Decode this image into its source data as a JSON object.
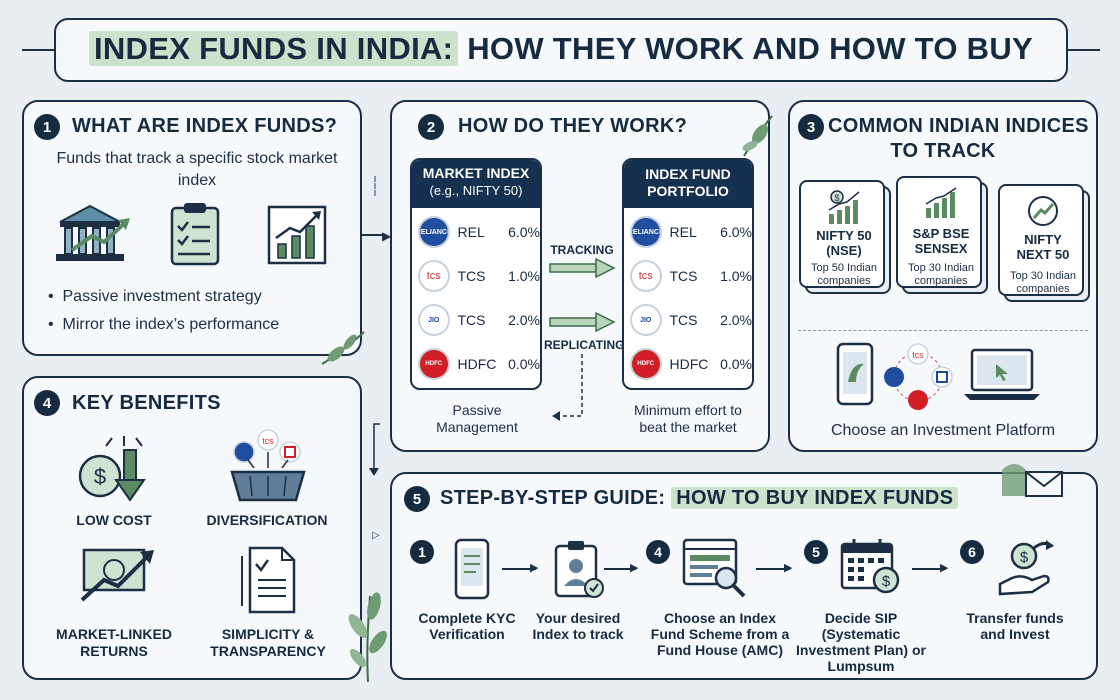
{
  "title": {
    "highlight": "INDEX FUNDS IN INDIA:",
    "rest": " HOW THEY WORK AND HOW TO BUY"
  },
  "section1": {
    "number": "1",
    "title": "WHAT ARE INDEX FUNDS?",
    "description": "Funds that track a specific stock market index",
    "bullets": [
      "Passive investment strategy",
      "Mirror the index’s performance"
    ],
    "icons": [
      "bank-growth-icon",
      "checklist-icon",
      "chart-growth-icon"
    ]
  },
  "section2": {
    "number": "2",
    "title": "HOW DO THEY WORK?",
    "market_index": {
      "title": "MARKET INDEX",
      "subtitle": "(e.g., NIFTY 50)",
      "rows": [
        {
          "logo": "RELIANCE",
          "name": "REL",
          "pct": "6.0%"
        },
        {
          "logo": "tcs",
          "name": "TCS",
          "pct": "1.0%"
        },
        {
          "logo": "JIO",
          "name": "TCS",
          "pct": "2.0%"
        },
        {
          "logo": "HDFC",
          "name": "HDFC",
          "pct": "0.0%"
        }
      ],
      "footer": "Passive Management"
    },
    "portfolio": {
      "title": "INDEX FUND PORTFOLIO",
      "rows": [
        {
          "logo": "RELIANCE",
          "name": "REL",
          "pct": "6.0%"
        },
        {
          "logo": "tcs",
          "name": "TCS",
          "pct": "1.0%"
        },
        {
          "logo": "JIO",
          "name": "TCS",
          "pct": "2.0%"
        },
        {
          "logo": "HDFC",
          "name": "HDFC",
          "pct": "0.0%"
        }
      ],
      "footer": "Minimum effort to beat the market"
    },
    "tracking_label": "TRACKING",
    "replicating_label": "REPLICATING"
  },
  "section3": {
    "number": "3",
    "title_line1": "COMMON INDIAN INDICES",
    "title_line2": "TO TRACK",
    "indices": [
      {
        "name": "NIFTY 50 (NSE)",
        "desc": "Top 50 Indian companies"
      },
      {
        "name": "S&P BSE SENSEX",
        "desc": "Top 30 Indian companies"
      },
      {
        "name": "NIFTY NEXT 50",
        "desc": "Top 30 Indian companies"
      }
    ],
    "platform_label": "Choose an Investment Platform"
  },
  "section4": {
    "number": "4",
    "title": "KEY BENEFITS",
    "benefits": [
      "LOW COST",
      "DIVERSIFICATION",
      "MARKET-LINKED RETURNS",
      "SIMPLICITY & TRANSPARENCY"
    ]
  },
  "section5": {
    "number": "5",
    "title_plain": "STEP-BY-STEP GUIDE:",
    "title_highlight": "HOW TO BUY INDEX FUNDS",
    "steps": [
      {
        "number": "1",
        "label": "Complete KYC Verification"
      },
      {
        "number": "",
        "label": "Your desired Index to track"
      },
      {
        "number": "4",
        "label": "Choose an Index Fund Scheme from a Fund House (AMC)"
      },
      {
        "number": "5",
        "label": "Decide SIP (Systematic Investment Plan) or Lumpsum"
      },
      {
        "number": "6",
        "label": "Transfer funds and Invest"
      }
    ]
  },
  "colors": {
    "navy": "#162a40",
    "highlight": "#c9e3cc",
    "accent_green": "#5b8a63",
    "background": "#e9eef2"
  }
}
